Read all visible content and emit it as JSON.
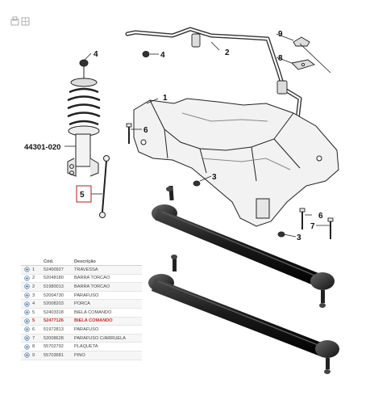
{
  "header_icons": [
    "print-icon",
    "grid-icon"
  ],
  "callouts": {
    "c1": "1",
    "c2": "2",
    "c3a": "3",
    "c3b": "3",
    "c4a": "4",
    "c4b": "4",
    "c5": "5",
    "c6a": "6",
    "c6b": "6",
    "c7": "7",
    "c8": "8",
    "c9": "9",
    "strut": "44301-020"
  },
  "table": {
    "headers": [
      "Cód.",
      "Descrição"
    ],
    "rows": [
      {
        "item": "1",
        "code": "52400927",
        "desc": "TRAVESSA",
        "highlight": false
      },
      {
        "item": "2",
        "code": "52048180",
        "desc": "BARRA TORCAO",
        "highlight": false
      },
      {
        "item": "2",
        "code": "51980013",
        "desc": "BARRA TORCAO",
        "highlight": false
      },
      {
        "item": "3",
        "code": "52004730",
        "desc": "PARAFUSO",
        "highlight": false
      },
      {
        "item": "4",
        "code": "52008203",
        "desc": "PORCA",
        "highlight": false
      },
      {
        "item": "5",
        "code": "52403318",
        "desc": "BIELA COMANDO",
        "highlight": false
      },
      {
        "item": "5",
        "code": "52477126",
        "desc": "BIELA COMANDO",
        "highlight": true
      },
      {
        "item": "6",
        "code": "51972813",
        "desc": "PARAFUSO",
        "highlight": false
      },
      {
        "item": "7",
        "code": "52008628",
        "desc": "PARAFUSO C/ARRUELA",
        "highlight": false
      },
      {
        "item": "8",
        "code": "55702792",
        "desc": "PLAQUETA",
        "highlight": false
      },
      {
        "item": "9",
        "code": "55703681",
        "desc": "PINO",
        "highlight": false
      }
    ]
  },
  "colors": {
    "highlight": "#c0312b",
    "line": "#222222",
    "link": "#1a1a1a"
  }
}
